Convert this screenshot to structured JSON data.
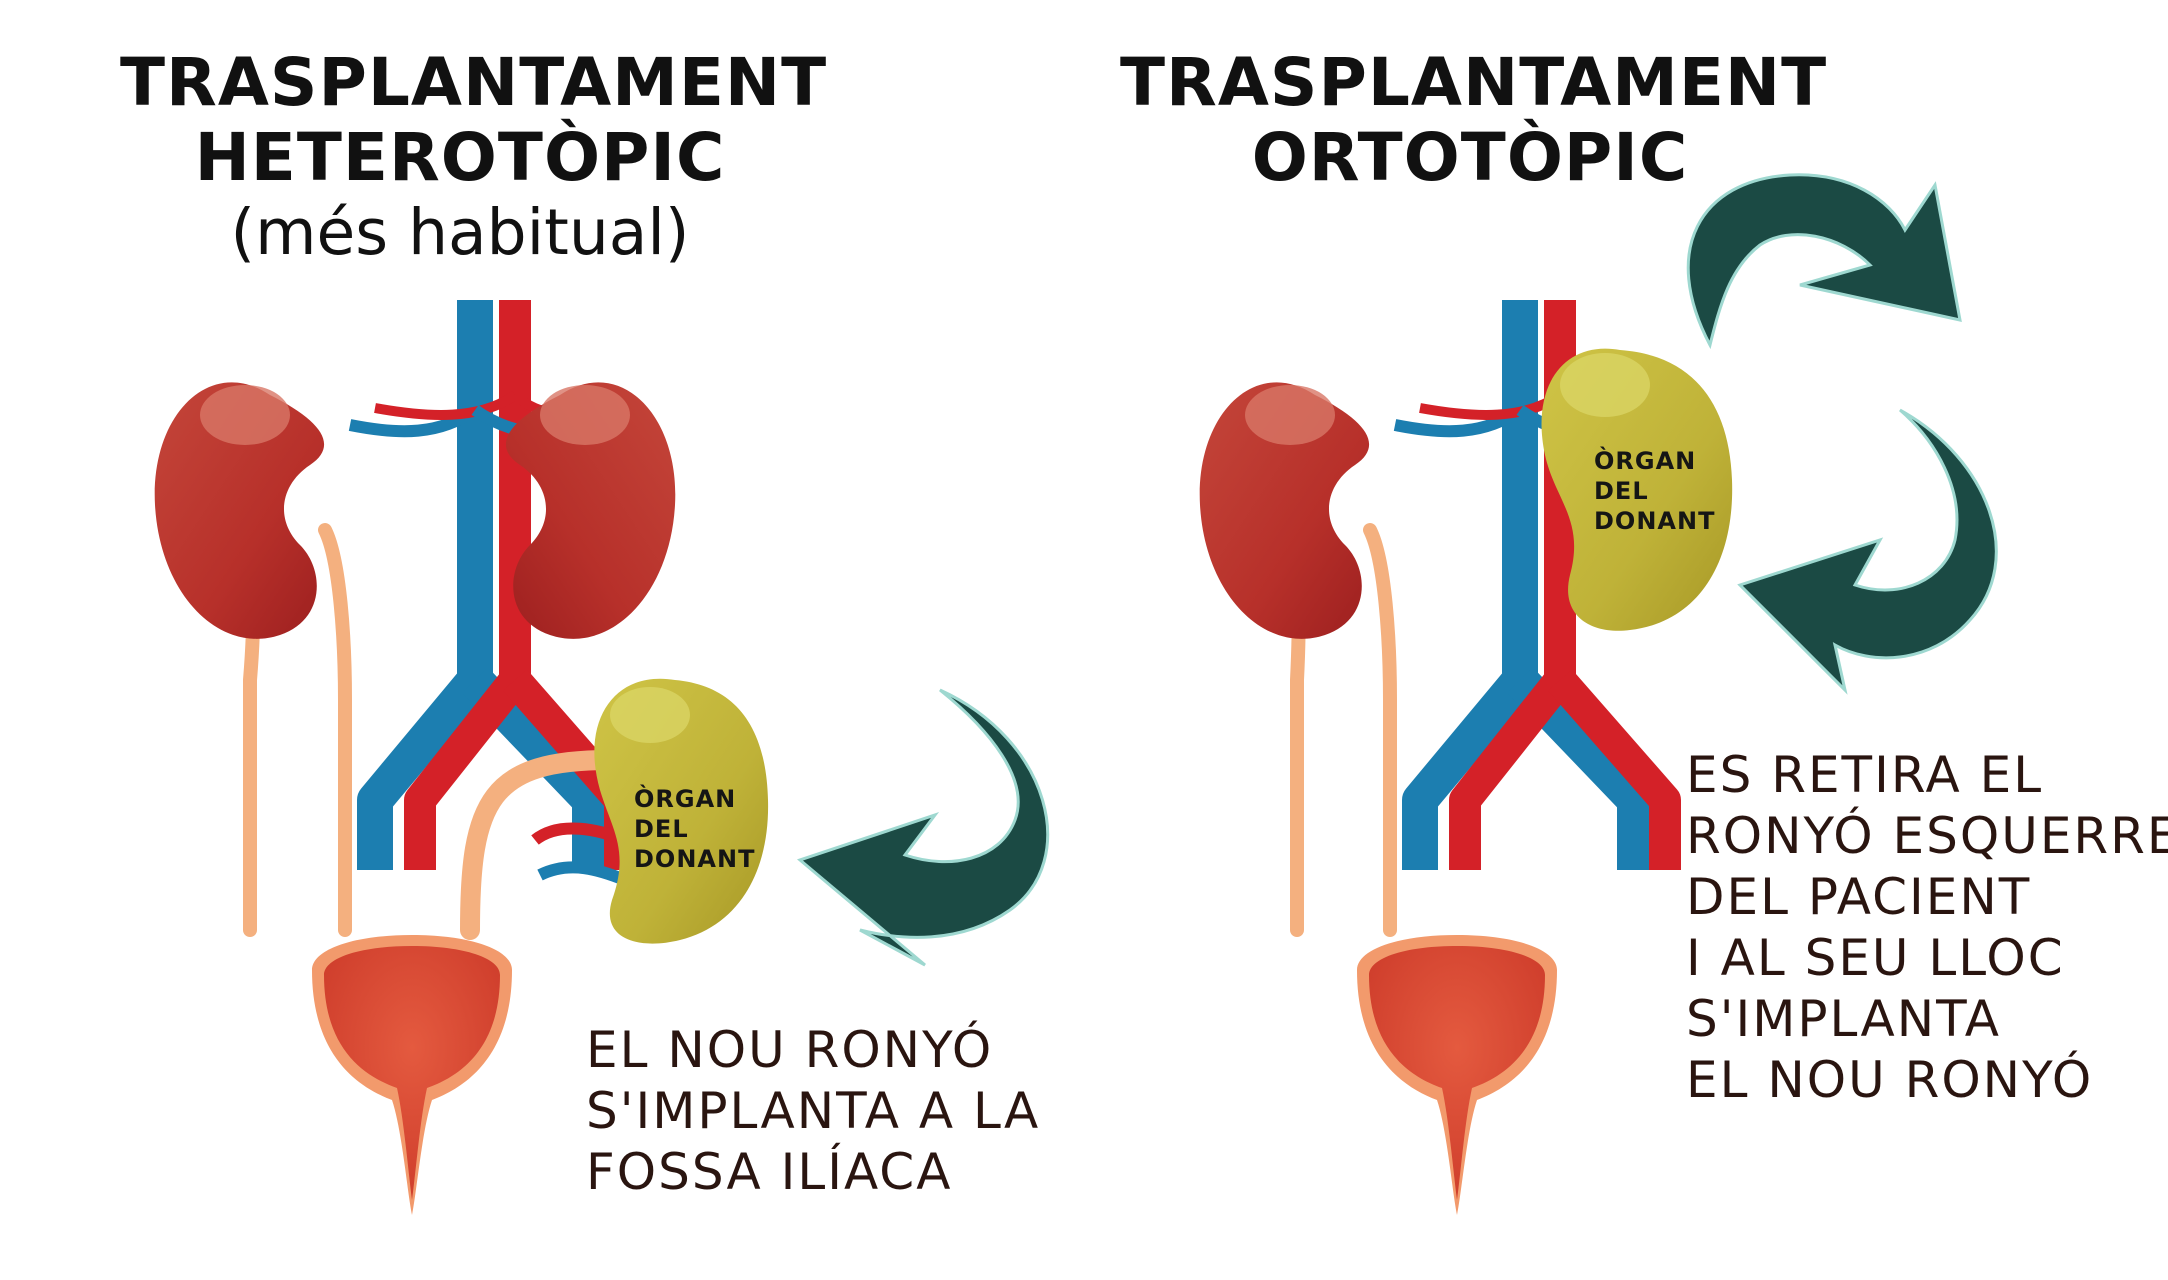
{
  "panels": {
    "heterotopic": {
      "title_line1": "TRASPLANTAMENT",
      "title_line2": "HETEROTÒPIC",
      "subtitle": "(més habitual)",
      "donor_label": [
        "ÒRGAN",
        "DEL",
        "DONANT"
      ],
      "caption": [
        "EL NOU RONYÓ",
        "S'IMPLANTA A LA",
        "FOSSA ILÍACA"
      ]
    },
    "orthotopic": {
      "title_line1": "TRASPLANTAMENT",
      "title_line2": "ORTOTÒPIC",
      "donor_label": [
        "ÒRGAN",
        "DEL",
        "DONANT"
      ],
      "caption": [
        "ES RETIRA EL",
        "RONYÓ ESQUERRE",
        "DEL PACIENT",
        "I AL SEU LLOC",
        "S'IMPLANTA",
        "EL NOU RONYÓ"
      ]
    }
  },
  "colors": {
    "kidney": "#b8322b",
    "kidney_highlight": "#d87766",
    "donor_kidney": "#c2b53b",
    "artery": "#d42128",
    "vein": "#1c7eb0",
    "ureter": "#f4b07f",
    "bladder": "#dd4b33",
    "bladder_rim": "#f29a6c",
    "arrow": "#1b4a44"
  }
}
